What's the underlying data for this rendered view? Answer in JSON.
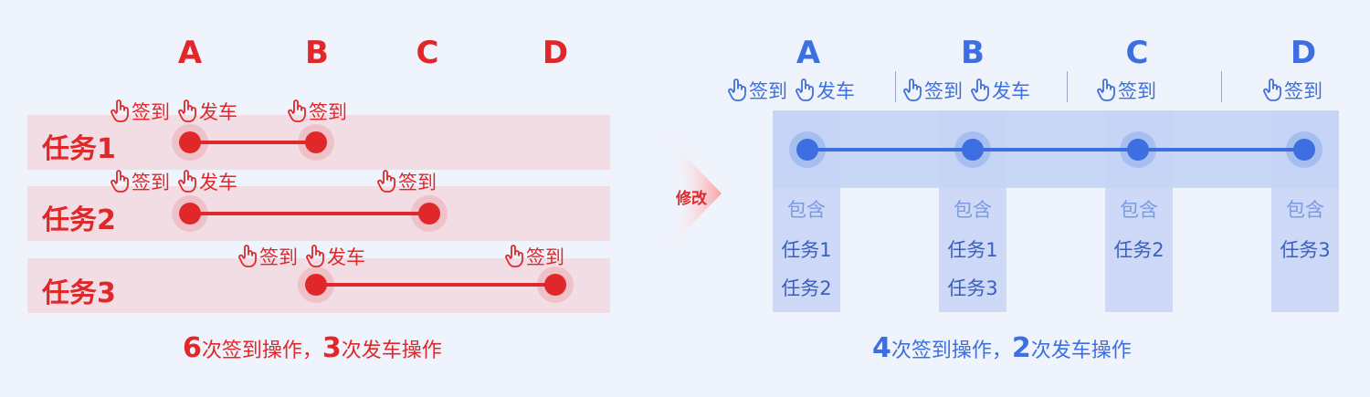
{
  "left": {
    "columns": [
      "A",
      "B",
      "C",
      "D"
    ],
    "tasks": [
      {
        "label": "任务1",
        "actions": [
          {
            "check": "签到",
            "depart": "发车"
          },
          {
            "check": "签到"
          }
        ]
      },
      {
        "label": "任务2",
        "actions": [
          {
            "check": "签到",
            "depart": "发车"
          },
          {
            "check": "签到"
          }
        ]
      },
      {
        "label": "任务3",
        "actions": [
          {
            "check": "签到",
            "depart": "发车"
          },
          {
            "check": "签到"
          }
        ]
      }
    ],
    "summary": {
      "n1": "6",
      "t1": "次签到操作，",
      "n2": "3",
      "t2": "次发车操作"
    }
  },
  "arrow_label": "修改",
  "right": {
    "columns": [
      "A",
      "B",
      "C",
      "D"
    ],
    "actions": [
      {
        "check": "签到",
        "depart": "发车"
      },
      {
        "check": "签到",
        "depart": "发车"
      },
      {
        "check": "签到"
      },
      {
        "check": "签到"
      }
    ],
    "include_label": "包含",
    "tasks": [
      [
        "任务1",
        "任务2"
      ],
      [
        "任务1",
        "任务3"
      ],
      [
        "任务2"
      ],
      [
        "任务3"
      ]
    ],
    "summary": {
      "n1": "4",
      "t1": "次签到操作，",
      "n2": "2",
      "t2": "次发车操作"
    }
  },
  "colors": {
    "red": "#e0282a",
    "blue": "#3d6fe0",
    "band_red": "#f3d6dd",
    "band_blue": "#cdd9f6"
  },
  "icons": [
    "hand-pointer-icon",
    "arrow-right-icon"
  ]
}
